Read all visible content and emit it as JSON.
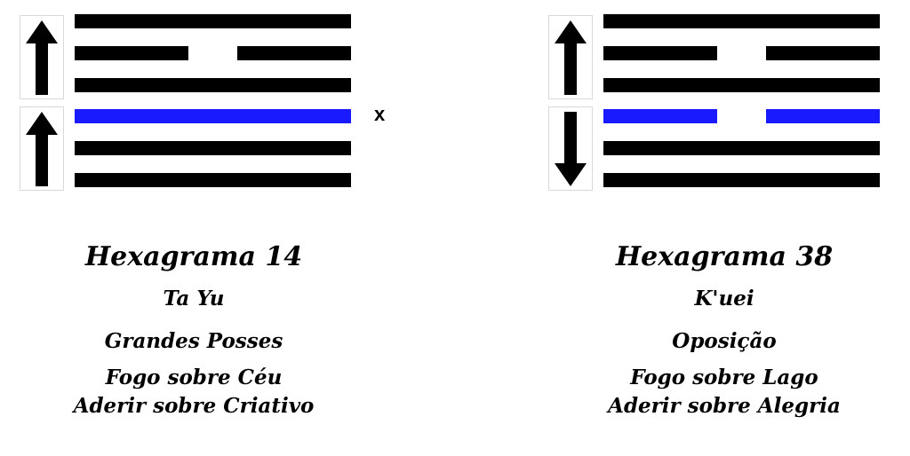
{
  "colors": {
    "yang_yin_line": "#000000",
    "moving_line": "#1a1aff",
    "arrow": "#000000"
  },
  "operator": "x",
  "hexagrams": [
    {
      "id": "left",
      "trigram_arrows": {
        "upper": "up",
        "lower": "up"
      },
      "lines_top_to_bottom": [
        {
          "type": "yang",
          "moving": false
        },
        {
          "type": "yin",
          "moving": false
        },
        {
          "type": "yang",
          "moving": false
        },
        {
          "type": "yang",
          "moving": true
        },
        {
          "type": "yang",
          "moving": false
        },
        {
          "type": "yang",
          "moving": false
        }
      ],
      "title": "Hexagrama 14",
      "name": "Ta Yu",
      "meaning": "Grandes Posses",
      "images": "Fogo sobre Céu",
      "attributes": "Aderir sobre Criativo"
    },
    {
      "id": "right",
      "trigram_arrows": {
        "upper": "up",
        "lower": "down"
      },
      "lines_top_to_bottom": [
        {
          "type": "yang",
          "moving": false
        },
        {
          "type": "yin",
          "moving": false
        },
        {
          "type": "yang",
          "moving": false
        },
        {
          "type": "yin",
          "moving": true
        },
        {
          "type": "yang",
          "moving": false
        },
        {
          "type": "yang",
          "moving": false
        }
      ],
      "title": "Hexagrama 38",
      "name": "K'uei",
      "meaning": "Oposição",
      "images": "Fogo sobre Lago",
      "attributes": "Aderir sobre Alegria"
    }
  ]
}
